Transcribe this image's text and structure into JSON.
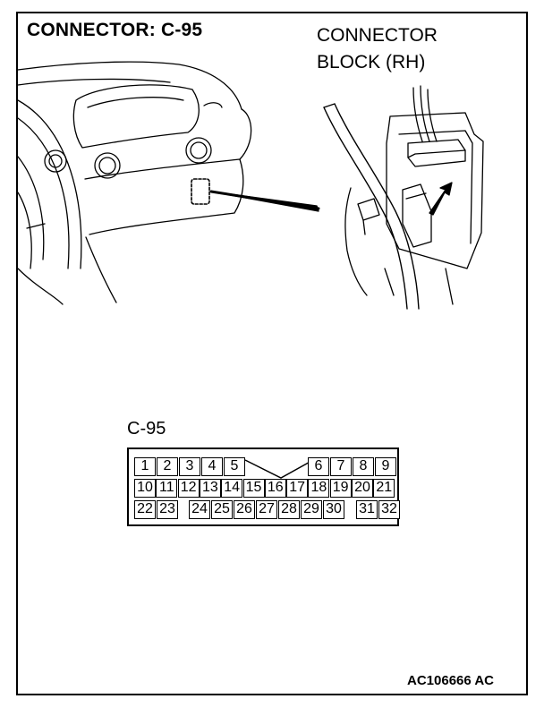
{
  "title": "CONNECTOR: C-95",
  "callout": {
    "line1": "CONNECTOR",
    "line2": "BLOCK (RH)"
  },
  "connector_label": "C-95",
  "pins": {
    "row1": [
      "1",
      "2",
      "3",
      "4",
      "5",
      "6",
      "7",
      "8",
      "9"
    ],
    "row2": [
      "10",
      "11",
      "12",
      "13",
      "14",
      "15",
      "16",
      "17",
      "18",
      "19",
      "20",
      "21"
    ],
    "row3": [
      "22",
      "23",
      "24",
      "25",
      "26",
      "27",
      "28",
      "29",
      "30",
      "31",
      "32"
    ]
  },
  "figure_code": "AC106666 AC"
}
